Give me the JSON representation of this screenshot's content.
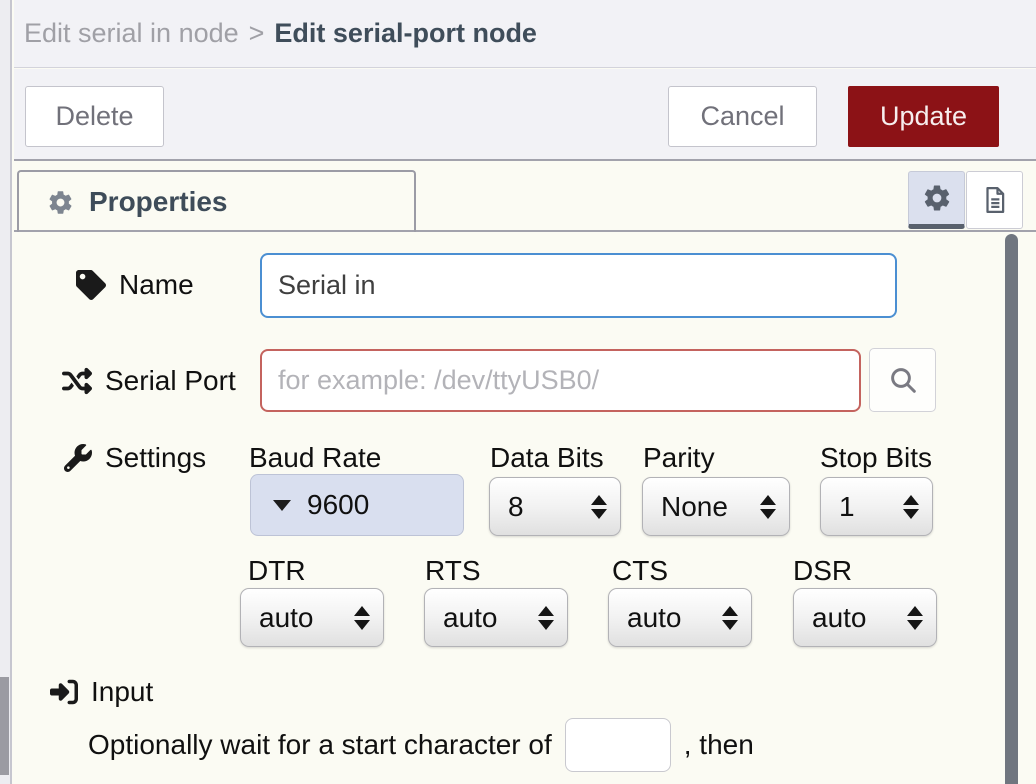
{
  "breadcrumb": {
    "parent": "Edit serial in node",
    "separator": ">",
    "current": "Edit serial-port node"
  },
  "toolbar": {
    "delete_label": "Delete",
    "cancel_label": "Cancel",
    "update_label": "Update"
  },
  "tabs": {
    "properties_label": "Properties"
  },
  "form": {
    "name": {
      "label": "Name",
      "value": "Serial in"
    },
    "serial_port": {
      "label": "Serial Port",
      "placeholder": "for example: /dev/ttyUSB0/"
    },
    "settings": {
      "label": "Settings",
      "baud_rate": {
        "label": "Baud Rate",
        "value": "9600"
      },
      "data_bits": {
        "label": "Data Bits",
        "value": "8"
      },
      "parity": {
        "label": "Parity",
        "value": "None"
      },
      "stop_bits": {
        "label": "Stop Bits",
        "value": "1"
      },
      "dtr": {
        "label": "DTR",
        "value": "auto"
      },
      "rts": {
        "label": "RTS",
        "value": "auto"
      },
      "cts": {
        "label": "CTS",
        "value": "auto"
      },
      "dsr": {
        "label": "DSR",
        "value": "auto"
      }
    },
    "input_section": {
      "label": "Input",
      "wait_text": "Optionally wait for a start character of",
      "wait_char_value": "",
      "after_text": ", then"
    }
  },
  "icons": {
    "tab": "gear-icon",
    "tab_buttons": [
      "gear-icon",
      "file-icon"
    ],
    "name": "tag-icon",
    "serial_port": "shuffle-icon",
    "serial_search": "search-icon",
    "settings": "wrench-icon",
    "input_section": "sign-in-icon"
  },
  "colors": {
    "update_button": "#8c1216",
    "focus_border": "#4b8fd2",
    "error_border": "#c4635e",
    "baud_select_bg": "#d9dfef",
    "header_bg": "#f2f2f6",
    "form_bg": "#fbfbf3"
  }
}
